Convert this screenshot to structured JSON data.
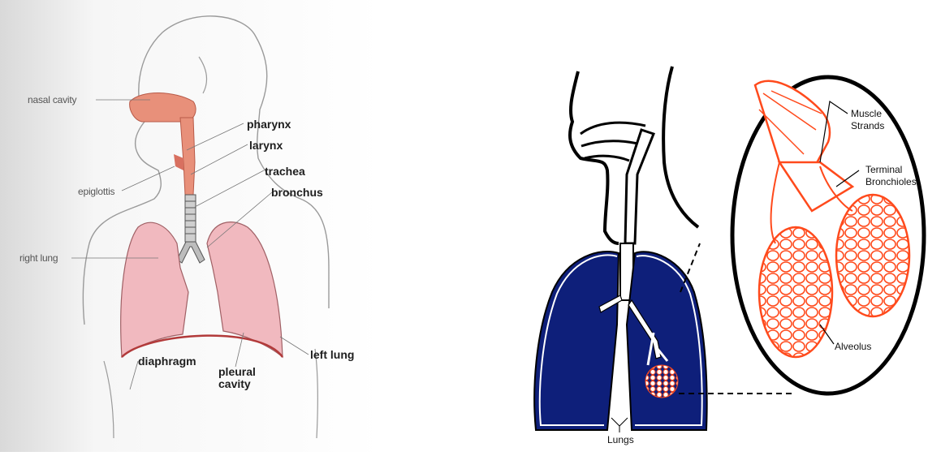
{
  "left_figure": {
    "labels": {
      "nasal_cavity": "nasal cavity",
      "epiglottis": "epiglottis",
      "right_lung": "right lung",
      "pharynx": "pharynx",
      "larynx": "larynx",
      "trachea": "trachea",
      "bronchus": "bronchus",
      "diaphragm": "diaphragm",
      "pleural_cavity_1": "pleural",
      "pleural_cavity_2": "cavity",
      "left_lung": "left lung"
    },
    "colors": {
      "airway": "#e8907a",
      "lung": "#f1b9bf",
      "outline": "#9a9a9a",
      "diaphragm": "#b23a3a"
    }
  },
  "right_figure": {
    "labels": {
      "muscle_1": "Muscle",
      "muscle_2": "Strands",
      "terminal_1": "Terminal",
      "terminal_2": "Bronchioles",
      "alveolus": "Alveolus",
      "lungs": "Lungs"
    },
    "colors": {
      "lung": "#0e1f7a",
      "alveoli": "#ff4a1c",
      "outline": "#000000"
    }
  }
}
